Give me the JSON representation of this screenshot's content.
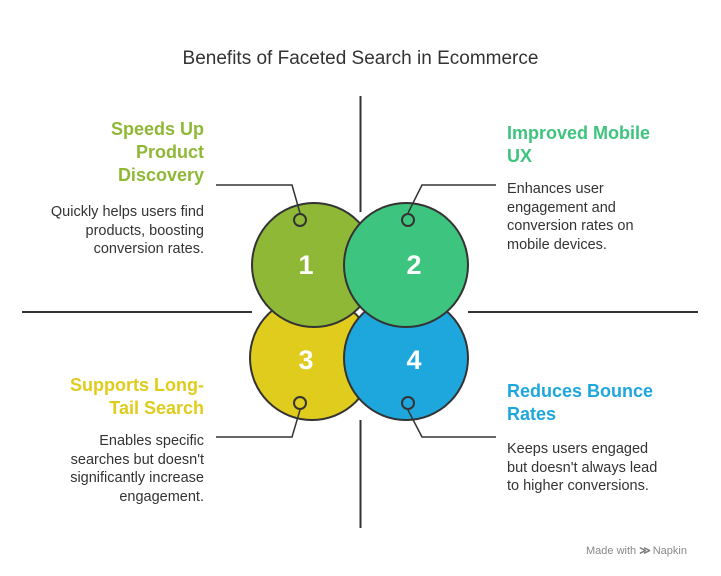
{
  "title": "Benefits of Faceted Search in Ecommerce",
  "colors": {
    "green": "#8fb837",
    "teal": "#3dc47e",
    "yellow": "#e0cc1c",
    "blue": "#1ea7dc",
    "outline": "#333333"
  },
  "quadrants": [
    {
      "number": "1",
      "heading_lines": [
        "Speeds Up",
        "Product",
        "Discovery"
      ],
      "desc_lines": [
        "Quickly helps users find",
        "products, boosting",
        "conversion rates."
      ],
      "color": "#8fb837"
    },
    {
      "number": "2",
      "heading_lines": [
        "Improved Mobile",
        "UX"
      ],
      "desc_lines": [
        "Enhances user",
        "engagement and",
        "conversion rates on",
        "mobile devices."
      ],
      "color": "#3dc47e"
    },
    {
      "number": "3",
      "heading_lines": [
        "Supports Long-",
        "Tail Search"
      ],
      "desc_lines": [
        "Enables specific",
        "searches but doesn't",
        "significantly increase",
        "engagement."
      ],
      "color": "#e0cc1c"
    },
    {
      "number": "4",
      "heading_lines": [
        "Reduces Bounce",
        "Rates"
      ],
      "desc_lines": [
        "Keeps users engaged",
        "but doesn't always lead",
        "to higher conversions."
      ],
      "color": "#1ea7dc"
    }
  ],
  "credit": {
    "prefix": "Made with",
    "icon": "napkin-logo-icon",
    "brand": "Napkin"
  }
}
